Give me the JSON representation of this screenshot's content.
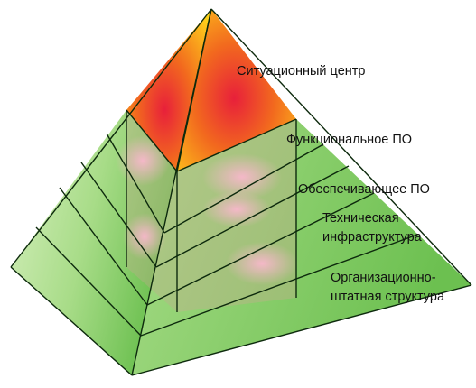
{
  "diagram": {
    "title": "",
    "levels": [
      {
        "label_lines": [
          "Ситуационный центр"
        ]
      },
      {
        "label_lines": [
          "Функциональное ПО"
        ]
      },
      {
        "label_lines": [
          "Обеспечивающее ПО"
        ]
      },
      {
        "label_lines": [
          "Техническая",
          "инфраструктура"
        ]
      },
      {
        "label_lines": [
          "Организационно-",
          "штатная структура"
        ]
      }
    ],
    "colors": {
      "apex_core": "#e8203a",
      "apex_mid": "#f26a1e",
      "apex_edge": "#ffd21a",
      "green_light": "#d8f0c0",
      "green_mid": "#a8dc88",
      "green_dark": "#6cc050",
      "pink_glow": "#f4b8c8",
      "edge_line": "#0d2a0d"
    }
  }
}
